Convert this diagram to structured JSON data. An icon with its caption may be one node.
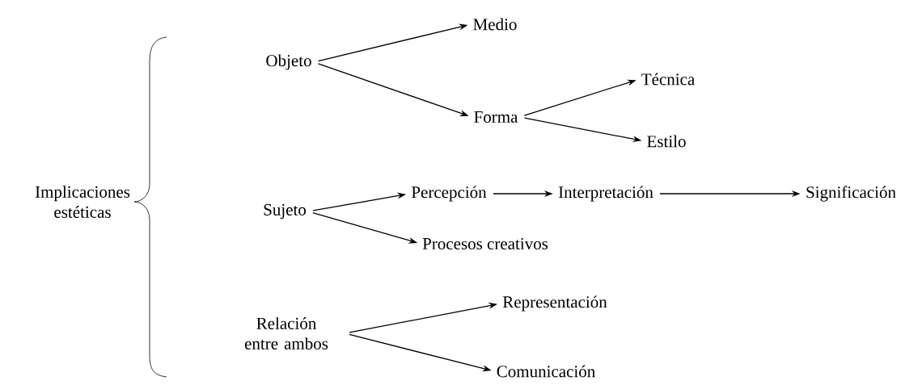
{
  "diagram": {
    "nodes": [
      {
        "text": [
          "Implicaciones estéticas"
        ]
      },
      {
        "text": [
          "Objeto"
        ]
      },
      {
        "text": [
          "Medio"
        ]
      },
      {
        "text": [
          "Forma"
        ]
      },
      {
        "text": [
          "Técnica"
        ]
      },
      {
        "text": [
          "Estilo"
        ]
      },
      {
        "text": [
          "Sujeto"
        ]
      },
      {
        "text": [
          "Percepción"
        ]
      },
      {
        "text": [
          "Interpretación"
        ]
      },
      {
        "text": [
          "Significación"
        ]
      },
      {
        "text": [
          "Procesos creativos"
        ]
      },
      {
        "text": [
          "Relación entre ambos"
        ]
      },
      {
        "text": [
          "Representación"
        ]
      },
      {
        "text": [
          "Comunicación"
        ]
      }
    ],
    "edges": [
      {
        "from": 1,
        "to": 2,
        "arrow": "to"
      },
      {
        "from": 1,
        "to": 3,
        "arrow": "to"
      },
      {
        "from": 3,
        "to": 4,
        "arrow": "to"
      },
      {
        "from": 3,
        "to": 5,
        "arrow": "to"
      },
      {
        "from": 6,
        "to": 7,
        "arrow": "to"
      },
      {
        "from": 6,
        "to": 10,
        "arrow": "to"
      },
      {
        "from": 7,
        "to": 8,
        "arrow": "to"
      },
      {
        "from": 8,
        "to": 9,
        "arrow": "to"
      },
      {
        "from": 11,
        "to": 12,
        "arrow": "to"
      },
      {
        "from": 11,
        "to": 13,
        "arrow": "to"
      }
    ]
  }
}
